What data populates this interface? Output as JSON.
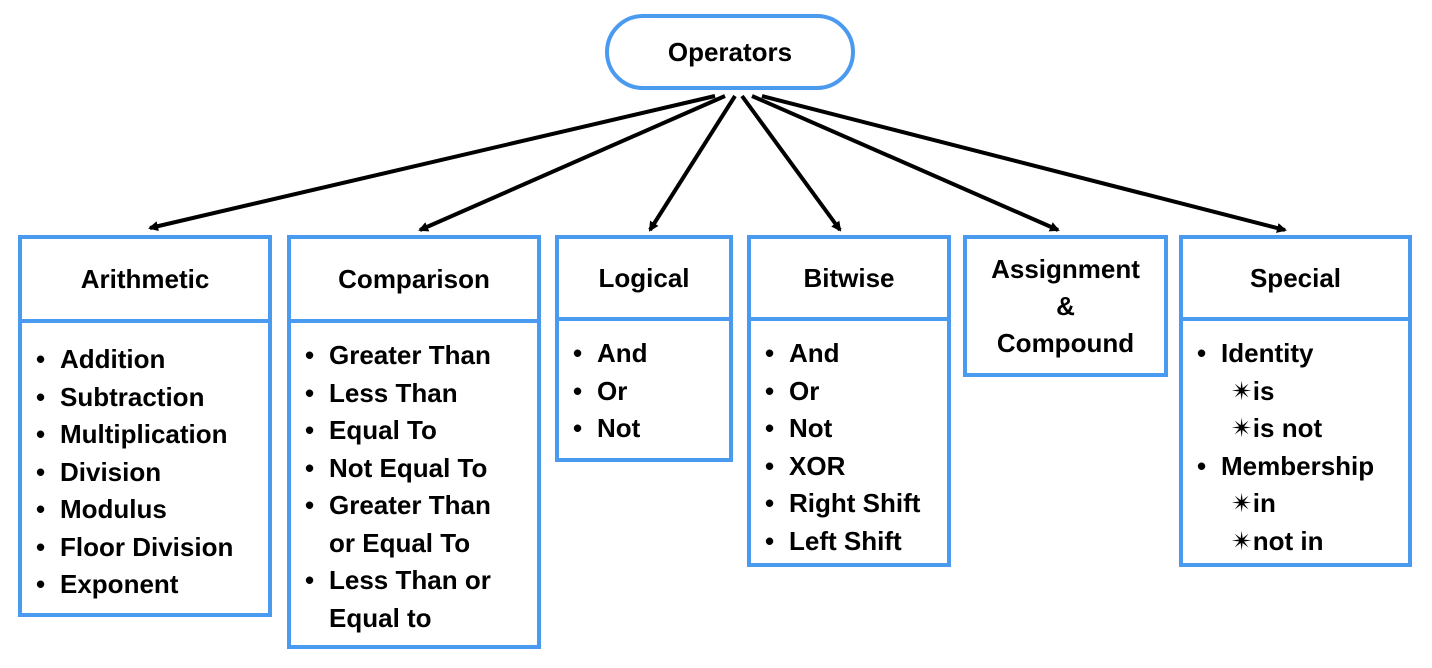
{
  "root": {
    "label": "Operators"
  },
  "categories": {
    "arithmetic": {
      "title": "Arithmetic",
      "items": [
        "Addition",
        "Subtraction",
        "Multiplication",
        "Division",
        "Modulus",
        "Floor Division",
        "Exponent"
      ]
    },
    "comparison": {
      "title": "Comparison",
      "items": [
        "Greater Than",
        "Less Than",
        "Equal To",
        "Not Equal To",
        "Greater Than",
        "or Equal To",
        "Less Than or",
        "Equal to"
      ]
    },
    "logical": {
      "title": "Logical",
      "items": [
        "And",
        "Or",
        "Not"
      ]
    },
    "bitwise": {
      "title": "Bitwise",
      "items": [
        "And",
        "Or",
        "Not",
        "XOR",
        "Right Shift",
        "Left Shift"
      ]
    },
    "assignment": {
      "title_line1": "Assignment",
      "title_line2": "&",
      "title_line3": "Compound"
    },
    "special": {
      "title": "Special",
      "items": [
        "Identity",
        "✴is",
        "✴is not",
        "Membership",
        "✴in",
        "✴not in"
      ]
    }
  },
  "colors": {
    "border": "#4a9af0",
    "arrow": "#000000"
  }
}
